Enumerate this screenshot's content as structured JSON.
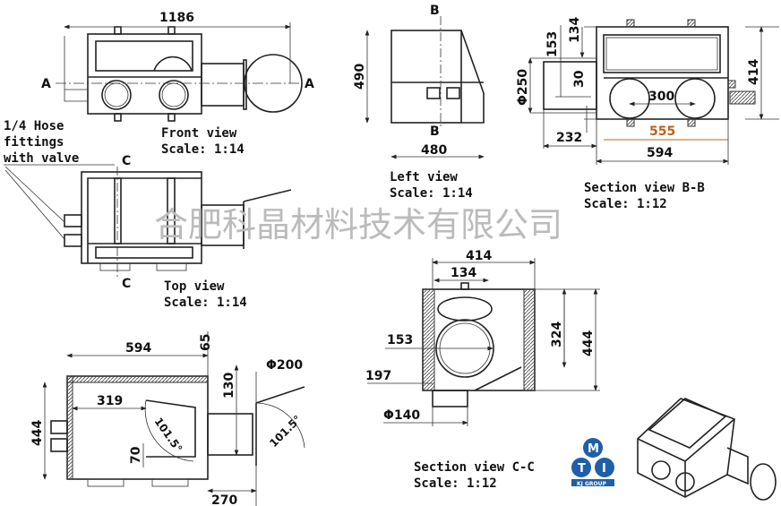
{
  "front_view": {
    "dim_width": "1186",
    "section_mark_left": "A",
    "section_mark_right": "A",
    "title": "Front view",
    "scale": "Scale:  1:14"
  },
  "hose_note": {
    "line1": "1/4 Hose",
    "line2": "fittings",
    "line3": "with valve"
  },
  "top_view": {
    "section_mark_top": "C",
    "section_mark_bottom": "C",
    "title": "Top view",
    "scale": "Scale:  1:14"
  },
  "left_view": {
    "dim_height": "490",
    "dim_width": "480",
    "section_mark_top": "B",
    "section_mark_bottom": "B",
    "title": "Left view",
    "scale": "Scale:  1:14"
  },
  "section_bb": {
    "dim_134": "134",
    "dim_153": "153",
    "dim_250": "Φ250",
    "dim_30": "30",
    "dim_300": "300",
    "dim_414": "414",
    "dim_555": "555",
    "dim_232": "232",
    "dim_594": "594",
    "title": "Section view B-B",
    "scale": "Scale:  1:12",
    "highlight_color": "#b8641e"
  },
  "section_cc": {
    "dim_414": "414",
    "dim_134": "134",
    "dim_324": "324",
    "dim_444": "444",
    "dim_153": "153",
    "dim_197": "197",
    "dim_140": "Φ140",
    "title": "Section view C-C",
    "scale": "Scale:  1:12"
  },
  "side_section": {
    "dim_594": "594",
    "dim_65": "65",
    "dim_130": "130",
    "dim_200": "Φ200",
    "dim_319": "319",
    "dim_444": "444",
    "dim_70": "70",
    "dim_270": "270",
    "angle_left": "101.5°",
    "angle_right": "101.5°"
  },
  "watermark": "合肥科晶材料技术有限公司",
  "logo": {
    "letters": [
      "M",
      "T",
      "I"
    ],
    "subtitle": "KJ GROUP",
    "color": "#1f5fa8"
  }
}
